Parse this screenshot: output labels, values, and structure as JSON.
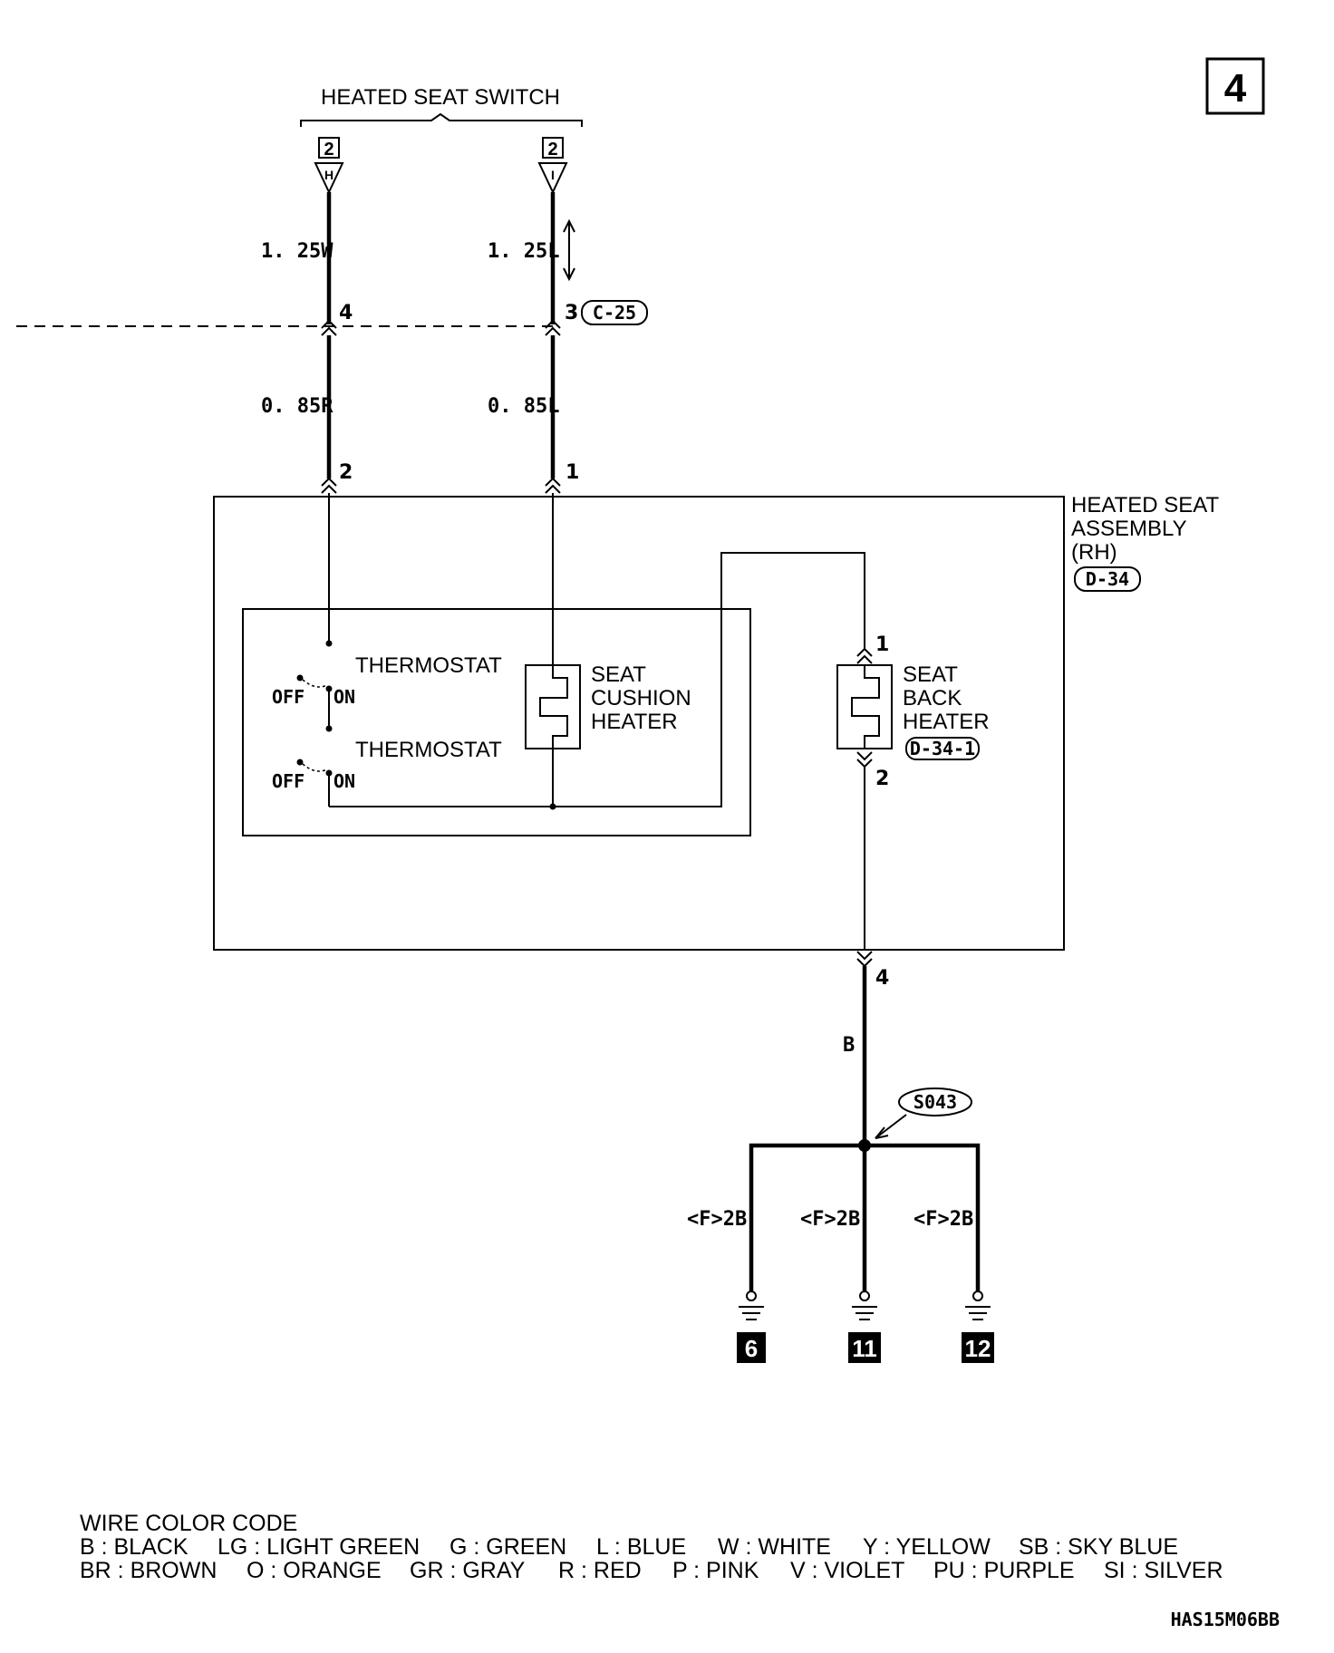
{
  "page_number": "4",
  "switch": {
    "title": "HEATED SEAT SWITCH",
    "connector_left": "2",
    "connector_right": "2",
    "pin_left": "H",
    "pin_right": "I"
  },
  "wires": {
    "upper_left": "1. 25W",
    "upper_right": "1. 25L",
    "lower_left": "0. 85R",
    "lower_right": "0. 85L",
    "ground_wire": "B",
    "branch_left": "<F>2B",
    "branch_mid": "<F>2B",
    "branch_right": "<F>2B"
  },
  "junction": {
    "pin_left": "4",
    "pin_right": "3",
    "connector": "C-25"
  },
  "assembly": {
    "title_line1": "HEATED SEAT",
    "title_line2": "ASSEMBLY",
    "title_line3": "(RH)",
    "connector": "D-34",
    "pin_in_left": "2",
    "pin_in_right": "1",
    "pin_out": "4"
  },
  "components": {
    "thermostat_1": "THERMOSTAT",
    "thermostat_2": "THERMOSTAT",
    "off_1": "OFF",
    "on_1": "ON",
    "off_2": "OFF",
    "on_2": "ON",
    "cushion_line1": "SEAT",
    "cushion_line2": "CUSHION",
    "cushion_line3": "HEATER",
    "back_line1": "SEAT",
    "back_line2": "BACK",
    "back_line3": "HEATER",
    "back_connector": "D-34-1",
    "back_pin_top": "1",
    "back_pin_bottom": "2"
  },
  "splice": "S043",
  "grounds": [
    "6",
    "11",
    "12"
  ],
  "legend": {
    "title": "WIRE COLOR CODE",
    "row1": [
      "B : BLACK",
      "LG : LIGHT GREEN",
      "G : GREEN",
      "L : BLUE",
      "W : WHITE",
      "Y : YELLOW",
      "SB : SKY BLUE"
    ],
    "row2": [
      "BR : BROWN",
      "O : ORANGE",
      "GR : GRAY",
      "R : RED",
      "P : PINK",
      "V : VIOLET",
      "PU : PURPLE",
      "SI : SILVER"
    ]
  },
  "doc_code": "HAS15M06BB"
}
